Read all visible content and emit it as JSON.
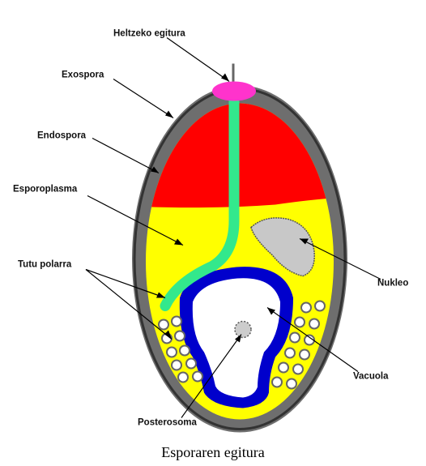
{
  "diagram": {
    "labels": {
      "heltzeko_egitura": "Heltzeko egitura",
      "exospora": "Exospora",
      "endospora": "Endospora",
      "esporoplasma": "Esporoplasma",
      "tutu_polarra": "Tutu polarra",
      "nukleo": "Nukleo",
      "vacuola": "Vacuola",
      "posterosoma": "Posterosoma"
    },
    "colors": {
      "exospora": "#6e6e6e",
      "endospora": "#ff0000",
      "esporoplasma": "#ffff00",
      "tutu_polarra": "#33e88c",
      "heltzeko_egitura": "#ff33cc",
      "vacuola_membrane": "#0000cc",
      "vacuola_interior": "#ffffff",
      "nukleo": "#c8c8c8"
    }
  },
  "caption": "Esporaren egitura"
}
